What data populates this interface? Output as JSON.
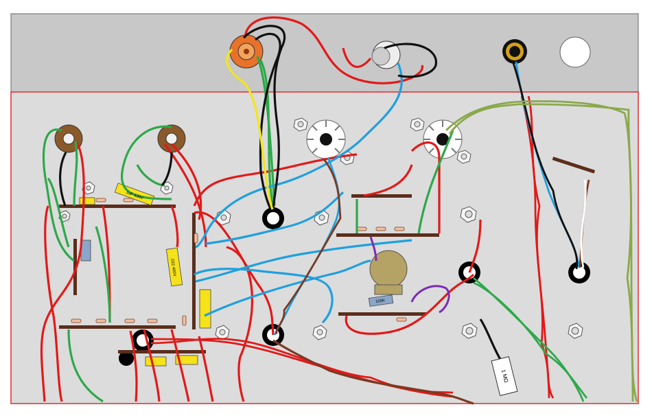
{
  "diagram": {
    "labels": {
      "yellow_cap_top": ".1uF 630V",
      "yellow_cap_mid": ".022 400V",
      "resistor_label": "1 MΩ",
      "pot_label": "100K"
    },
    "colors": {
      "chassis_top": "#c8c8c8",
      "chassis_main": "#dcdcdc",
      "chassis_border": "#e22b2b",
      "wire_red": "#e21919",
      "wire_green": "#2ea84a",
      "wire_blue": "#1ea0e0",
      "wire_black": "#111111",
      "wire_yellow": "#f2e51a",
      "wire_brown": "#7a3a22",
      "wire_olive": "#8aa84a",
      "wire_purple": "#7a2bb5",
      "wire_white": "#ffffff",
      "board": "#5a2e1c",
      "cap_yellow": "#f5e21a",
      "pot_brass": "#b5a365"
    }
  }
}
